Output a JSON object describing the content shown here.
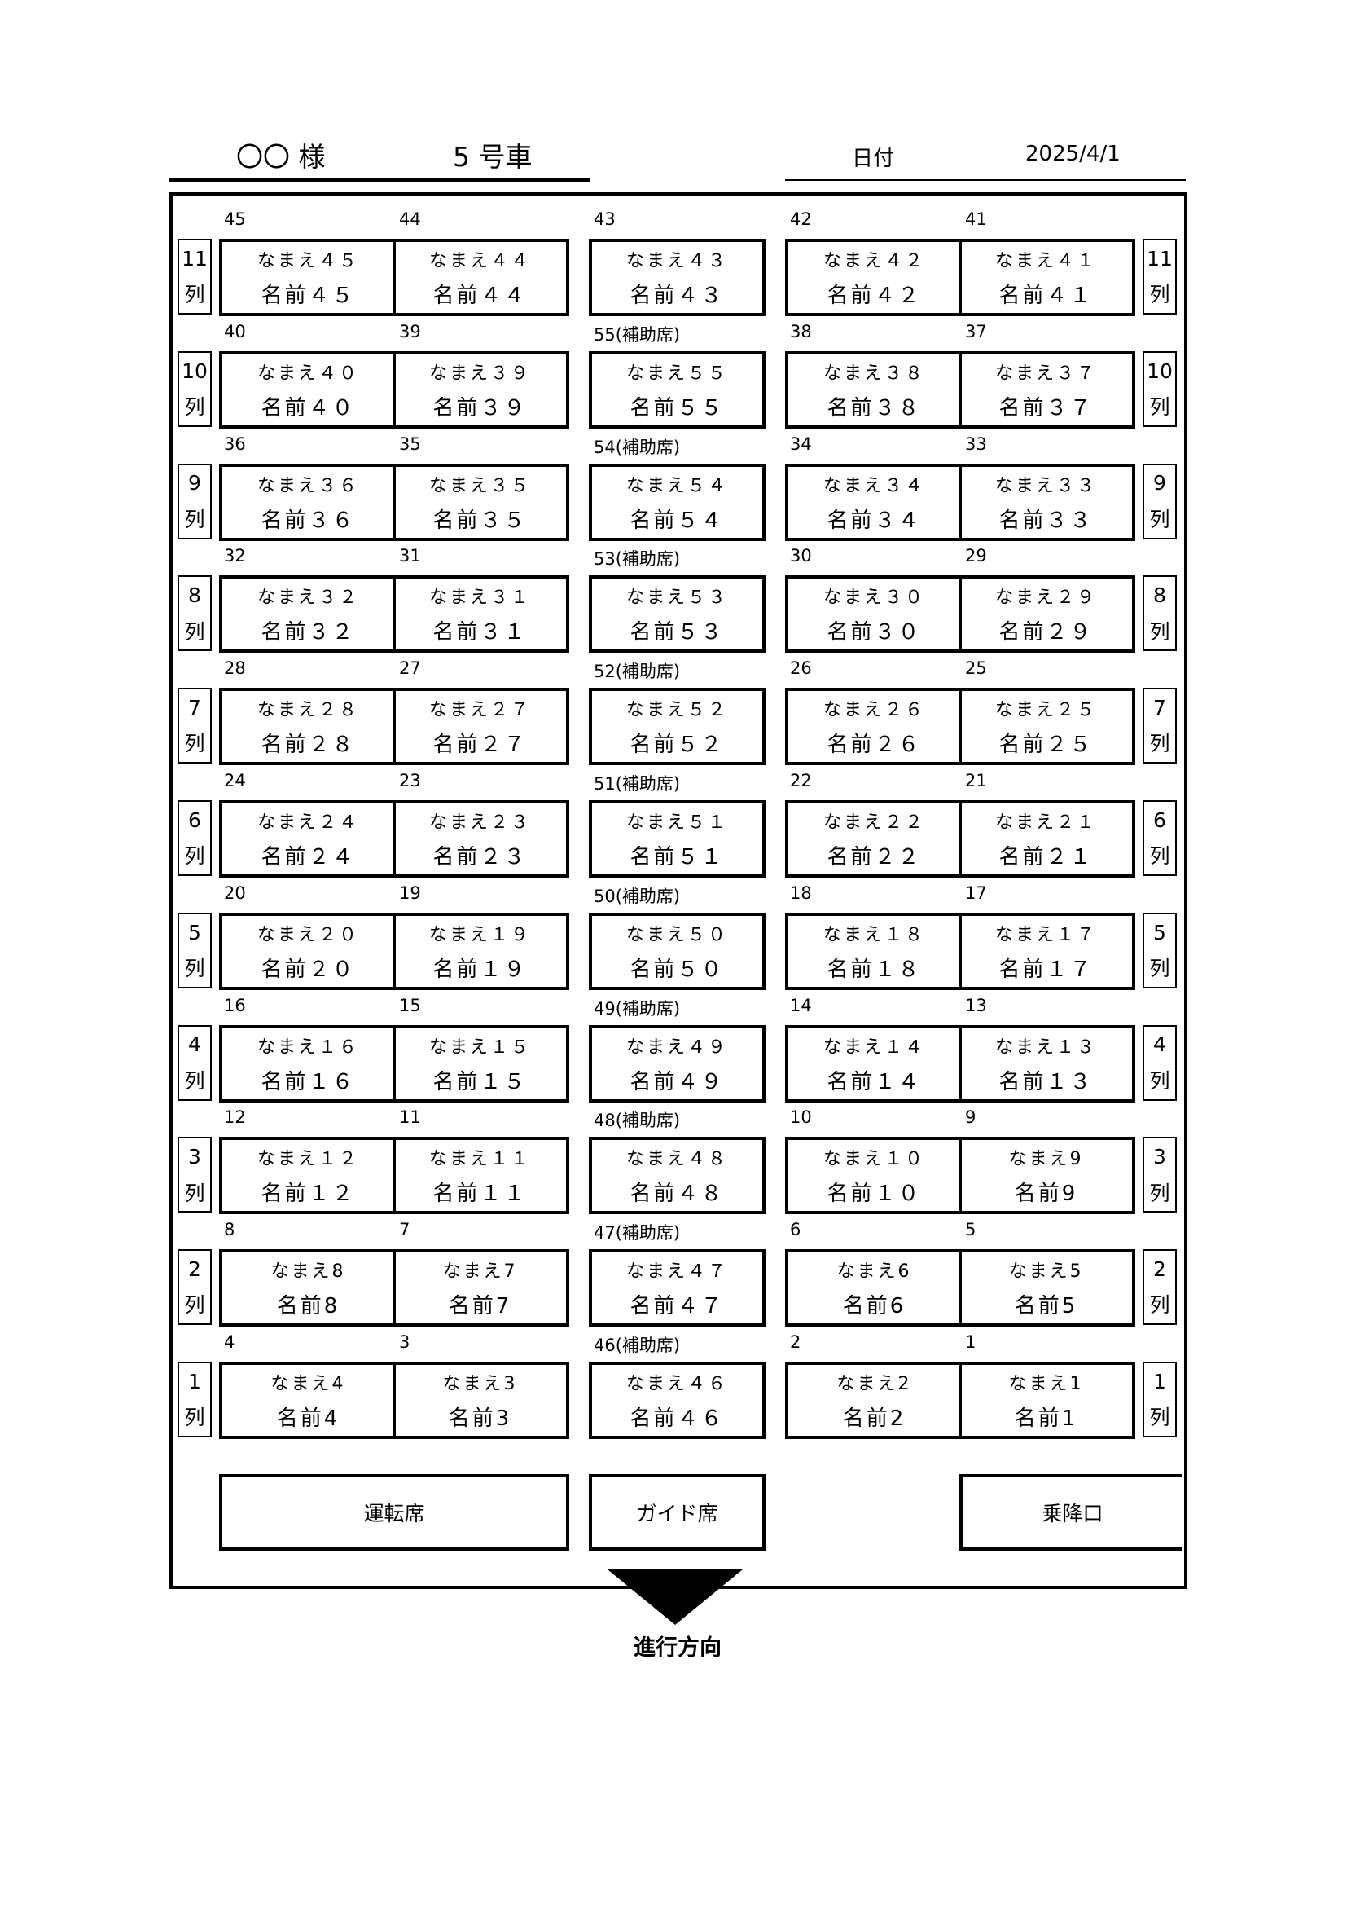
{
  "header": {
    "customer": "〇〇 様",
    "car": "5 号車",
    "date_label": "日付",
    "date_value": "2025/4/1"
  },
  "row_suffix": "列",
  "rows": [
    {
      "label": "11",
      "seats": [
        {
          "no": "45",
          "kana": "なまえ４５",
          "name": "名前４５"
        },
        {
          "no": "44",
          "kana": "なまえ４４",
          "name": "名前４４"
        },
        {
          "no": "43",
          "kana": "なまえ４３",
          "name": "名前４３"
        },
        {
          "no": "42",
          "kana": "なまえ４２",
          "name": "名前４２"
        },
        {
          "no": "41",
          "kana": "なまえ４１",
          "name": "名前４１"
        }
      ]
    },
    {
      "label": "10",
      "seats": [
        {
          "no": "40",
          "kana": "なまえ４０",
          "name": "名前４０"
        },
        {
          "no": "39",
          "kana": "なまえ３９",
          "name": "名前３９"
        },
        {
          "no": "55(補助席)",
          "kana": "なまえ５５",
          "name": "名前５５"
        },
        {
          "no": "38",
          "kana": "なまえ３８",
          "name": "名前３８"
        },
        {
          "no": "37",
          "kana": "なまえ３７",
          "name": "名前３７"
        }
      ]
    },
    {
      "label": "9",
      "seats": [
        {
          "no": "36",
          "kana": "なまえ３６",
          "name": "名前３６"
        },
        {
          "no": "35",
          "kana": "なまえ３５",
          "name": "名前３５"
        },
        {
          "no": "54(補助席)",
          "kana": "なまえ５４",
          "name": "名前５４"
        },
        {
          "no": "34",
          "kana": "なまえ３４",
          "name": "名前３４"
        },
        {
          "no": "33",
          "kana": "なまえ３３",
          "name": "名前３３"
        }
      ]
    },
    {
      "label": "8",
      "seats": [
        {
          "no": "32",
          "kana": "なまえ３２",
          "name": "名前３２"
        },
        {
          "no": "31",
          "kana": "なまえ３１",
          "name": "名前３１"
        },
        {
          "no": "53(補助席)",
          "kana": "なまえ５３",
          "name": "名前５３"
        },
        {
          "no": "30",
          "kana": "なまえ３０",
          "name": "名前３０"
        },
        {
          "no": "29",
          "kana": "なまえ２９",
          "name": "名前２９"
        }
      ]
    },
    {
      "label": "7",
      "seats": [
        {
          "no": "28",
          "kana": "なまえ２８",
          "name": "名前２８"
        },
        {
          "no": "27",
          "kana": "なまえ２７",
          "name": "名前２７"
        },
        {
          "no": "52(補助席)",
          "kana": "なまえ５２",
          "name": "名前５２"
        },
        {
          "no": "26",
          "kana": "なまえ２６",
          "name": "名前２６"
        },
        {
          "no": "25",
          "kana": "なまえ２５",
          "name": "名前２５"
        }
      ]
    },
    {
      "label": "6",
      "seats": [
        {
          "no": "24",
          "kana": "なまえ２４",
          "name": "名前２４"
        },
        {
          "no": "23",
          "kana": "なまえ２３",
          "name": "名前２３"
        },
        {
          "no": "51(補助席)",
          "kana": "なまえ５１",
          "name": "名前５１"
        },
        {
          "no": "22",
          "kana": "なまえ２２",
          "name": "名前２２"
        },
        {
          "no": "21",
          "kana": "なまえ２１",
          "name": "名前２１"
        }
      ]
    },
    {
      "label": "5",
      "seats": [
        {
          "no": "20",
          "kana": "なまえ２０",
          "name": "名前２０"
        },
        {
          "no": "19",
          "kana": "なまえ１９",
          "name": "名前１９"
        },
        {
          "no": "50(補助席)",
          "kana": "なまえ５０",
          "name": "名前５０"
        },
        {
          "no": "18",
          "kana": "なまえ１８",
          "name": "名前１８"
        },
        {
          "no": "17",
          "kana": "なまえ１７",
          "name": "名前１７"
        }
      ]
    },
    {
      "label": "4",
      "seats": [
        {
          "no": "16",
          "kana": "なまえ１６",
          "name": "名前１６"
        },
        {
          "no": "15",
          "kana": "なまえ１５",
          "name": "名前１５"
        },
        {
          "no": "49(補助席)",
          "kana": "なまえ４９",
          "name": "名前４９"
        },
        {
          "no": "14",
          "kana": "なまえ１４",
          "name": "名前１４"
        },
        {
          "no": "13",
          "kana": "なまえ１３",
          "name": "名前１３"
        }
      ]
    },
    {
      "label": "3",
      "seats": [
        {
          "no": "12",
          "kana": "なまえ１２",
          "name": "名前１２"
        },
        {
          "no": "11",
          "kana": "なまえ１１",
          "name": "名前１１"
        },
        {
          "no": "48(補助席)",
          "kana": "なまえ４８",
          "name": "名前４８"
        },
        {
          "no": "10",
          "kana": "なまえ１０",
          "name": "名前１０"
        },
        {
          "no": "9",
          "kana": "なまえ9",
          "name": "名前9"
        }
      ]
    },
    {
      "label": "2",
      "seats": [
        {
          "no": "8",
          "kana": "なまえ8",
          "name": "名前8"
        },
        {
          "no": "7",
          "kana": "なまえ7",
          "name": "名前7"
        },
        {
          "no": "47(補助席)",
          "kana": "なまえ４７",
          "name": "名前４７"
        },
        {
          "no": "6",
          "kana": "なまえ6",
          "name": "名前6"
        },
        {
          "no": "5",
          "kana": "なまえ5",
          "name": "名前5"
        }
      ]
    },
    {
      "label": "1",
      "seats": [
        {
          "no": "4",
          "kana": "なまえ4",
          "name": "名前4"
        },
        {
          "no": "3",
          "kana": "なまえ3",
          "name": "名前3"
        },
        {
          "no": "46(補助席)",
          "kana": "なまえ４６",
          "name": "名前４６"
        },
        {
          "no": "2",
          "kana": "なまえ2",
          "name": "名前2"
        },
        {
          "no": "1",
          "kana": "なまえ1",
          "name": "名前1"
        }
      ]
    }
  ],
  "bottom": {
    "driver": "運転席",
    "guide": "ガイド席",
    "door": "乗降口"
  },
  "direction": "進行方向"
}
